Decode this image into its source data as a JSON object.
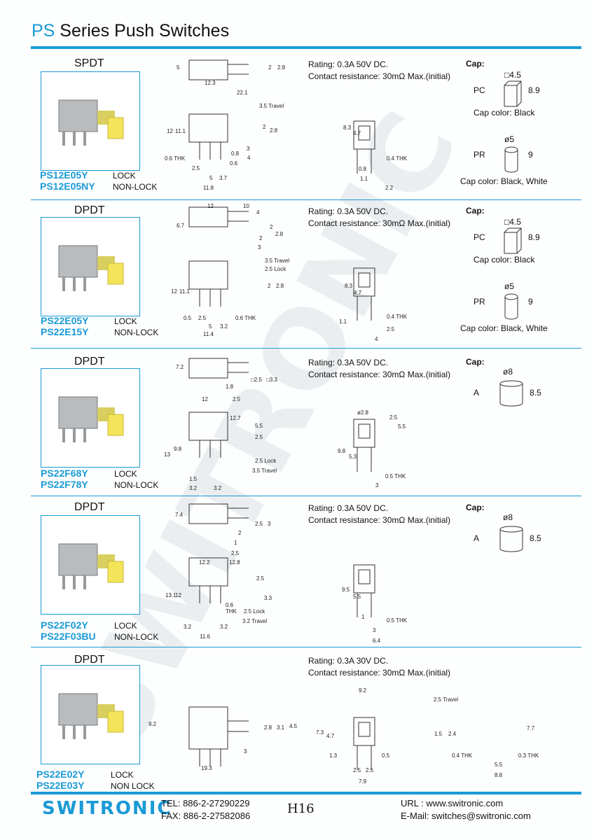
{
  "header": {
    "title_prefix": "PS",
    "title_rest": " Series Push Switches"
  },
  "watermark": "SWITRONIC",
  "sections": [
    {
      "type": "SPDT",
      "parts": [
        {
          "pn": "PS12E05Y",
          "lock": "LOCK"
        },
        {
          "pn": "PS12E05NY",
          "lock": "NON-LOCK"
        }
      ],
      "rating": "Rating: 0.3A 50V DC.",
      "resistance": "Contact resistance: 30mΩ Max.(initial)",
      "cap_label": "Cap:",
      "caps": [
        {
          "name": "PC",
          "size": "□4.5",
          "height": "8.9",
          "color": "Cap color: Black"
        },
        {
          "name": "PR",
          "size": "ø5",
          "height": "9",
          "color": "Cap color: Black, White"
        }
      ],
      "dims": [
        "5",
        "12.3",
        "22.1",
        "2",
        "2.8",
        "3.5 Travel",
        "12",
        "11.1",
        "2",
        "2.8",
        "0.8",
        "3",
        "4",
        "0.6",
        "0.6 THK",
        "2.5",
        "5",
        "3.7",
        "11.8",
        "8.3",
        "4.7",
        "0.4 THK",
        "0.8",
        "1.1",
        "2.2"
      ]
    },
    {
      "type": "DPDT",
      "parts": [
        {
          "pn": "PS22E05Y",
          "lock": "LOCK"
        },
        {
          "pn": "PS22E15Y",
          "lock": "NON-LOCK"
        }
      ],
      "rating": "Rating: 0.3A 50V DC.",
      "resistance": "Contact resistance: 30mΩ Max.(initial)",
      "cap_label": "Cap:",
      "caps": [
        {
          "name": "PC",
          "size": "□4.5",
          "height": "8.9",
          "color": "Cap color: Black"
        },
        {
          "name": "PR",
          "size": "ø5",
          "height": "9",
          "color": "Cap color: Black, White"
        }
      ],
      "dims": [
        "12",
        "10",
        "4",
        "6.7",
        "2",
        "2",
        "2.8",
        "3",
        "3.5 Travel",
        "2.5 Lock",
        "12",
        "11.1",
        "2",
        "2.8",
        "0.5",
        "2.5",
        "0.6 THK",
        "5",
        "3.2",
        "11.4",
        "8.3",
        "4.7",
        "1.1",
        "0.4 THK",
        "2.5",
        "4"
      ]
    },
    {
      "type": "DPDT",
      "parts": [
        {
          "pn": "PS22F68Y",
          "lock": "LOCK"
        },
        {
          "pn": "PS22F78Y",
          "lock": "NON-LOCK"
        }
      ],
      "rating": "Rating: 0.3A 50V DC.",
      "resistance": "Contact resistance: 30mΩ Max.(initial)",
      "cap_label": "Cap:",
      "caps": [
        {
          "name": "A",
          "size": "ø8",
          "height": "8.5",
          "color": ""
        }
      ],
      "dims": [
        "7.2",
        "1.8",
        "□2.5",
        "□3.3",
        "12",
        "2.5",
        "12.7",
        "5.5",
        "2.5",
        "13",
        "9.8",
        "2.5 Lock",
        "3.5 Travel",
        "1.5",
        "3.2",
        "3.2",
        "ø2.8",
        "2.5",
        "5.5",
        "9.8",
        "5.3",
        "0.5 THK",
        "3"
      ]
    },
    {
      "type": "DPDT",
      "parts": [
        {
          "pn": "PS22F02Y",
          "lock": "LOCK"
        },
        {
          "pn": "PS22F03BU",
          "lock": "NON-LOCK"
        }
      ],
      "rating": "Rating: 0.3A 50V DC.",
      "resistance": "Contact resistance: 30mΩ Max.(initial)",
      "cap_label": "Cap:",
      "caps": [
        {
          "name": "A",
          "size": "ø8",
          "height": "8.5",
          "color": ""
        }
      ],
      "dims": [
        "7.4",
        "2",
        "2.5",
        "3",
        "1",
        "2.5",
        "12.2",
        "12.8",
        "2.5",
        "13.1",
        "12",
        "3.3",
        "0.6",
        "THK",
        "2.5 Lock",
        "3.2 Travel",
        "3.2",
        "3.2",
        "11.6",
        "9.5",
        "5.5",
        "1",
        "0.5 THK",
        "3",
        "6.4"
      ]
    },
    {
      "type": "DPDT",
      "parts": [
        {
          "pn": "PS22E02Y",
          "lock": "LOCK"
        },
        {
          "pn": "PS22E03Y",
          "lock": "NON LOCK"
        }
      ],
      "rating": "Rating: 0.3A 30V DC.",
      "resistance": "Contact resistance: 30mΩ Max.(initial)",
      "cap_label": "",
      "caps": [],
      "dims": [
        "9.2",
        "2.8",
        "3.1",
        "4.5",
        "3",
        "19.3",
        "9.2",
        "2.5 Travel",
        "7.3",
        "4.7",
        "1.5",
        "2.4",
        "1.3",
        "0.5",
        "2.5",
        "2.5",
        "7.9",
        "7.7",
        "0.4 THK",
        "0.3 THK",
        "5.5",
        "8.8"
      ]
    }
  ],
  "footer": {
    "logo": "SWITRONIC",
    "tel": "TEL: 886-2-27290229",
    "fax": "FAX: 886-2-27582086",
    "page": "H16",
    "url": "URL   : www.switronic.com",
    "email": "E-Mail: switches@switronic.com"
  }
}
